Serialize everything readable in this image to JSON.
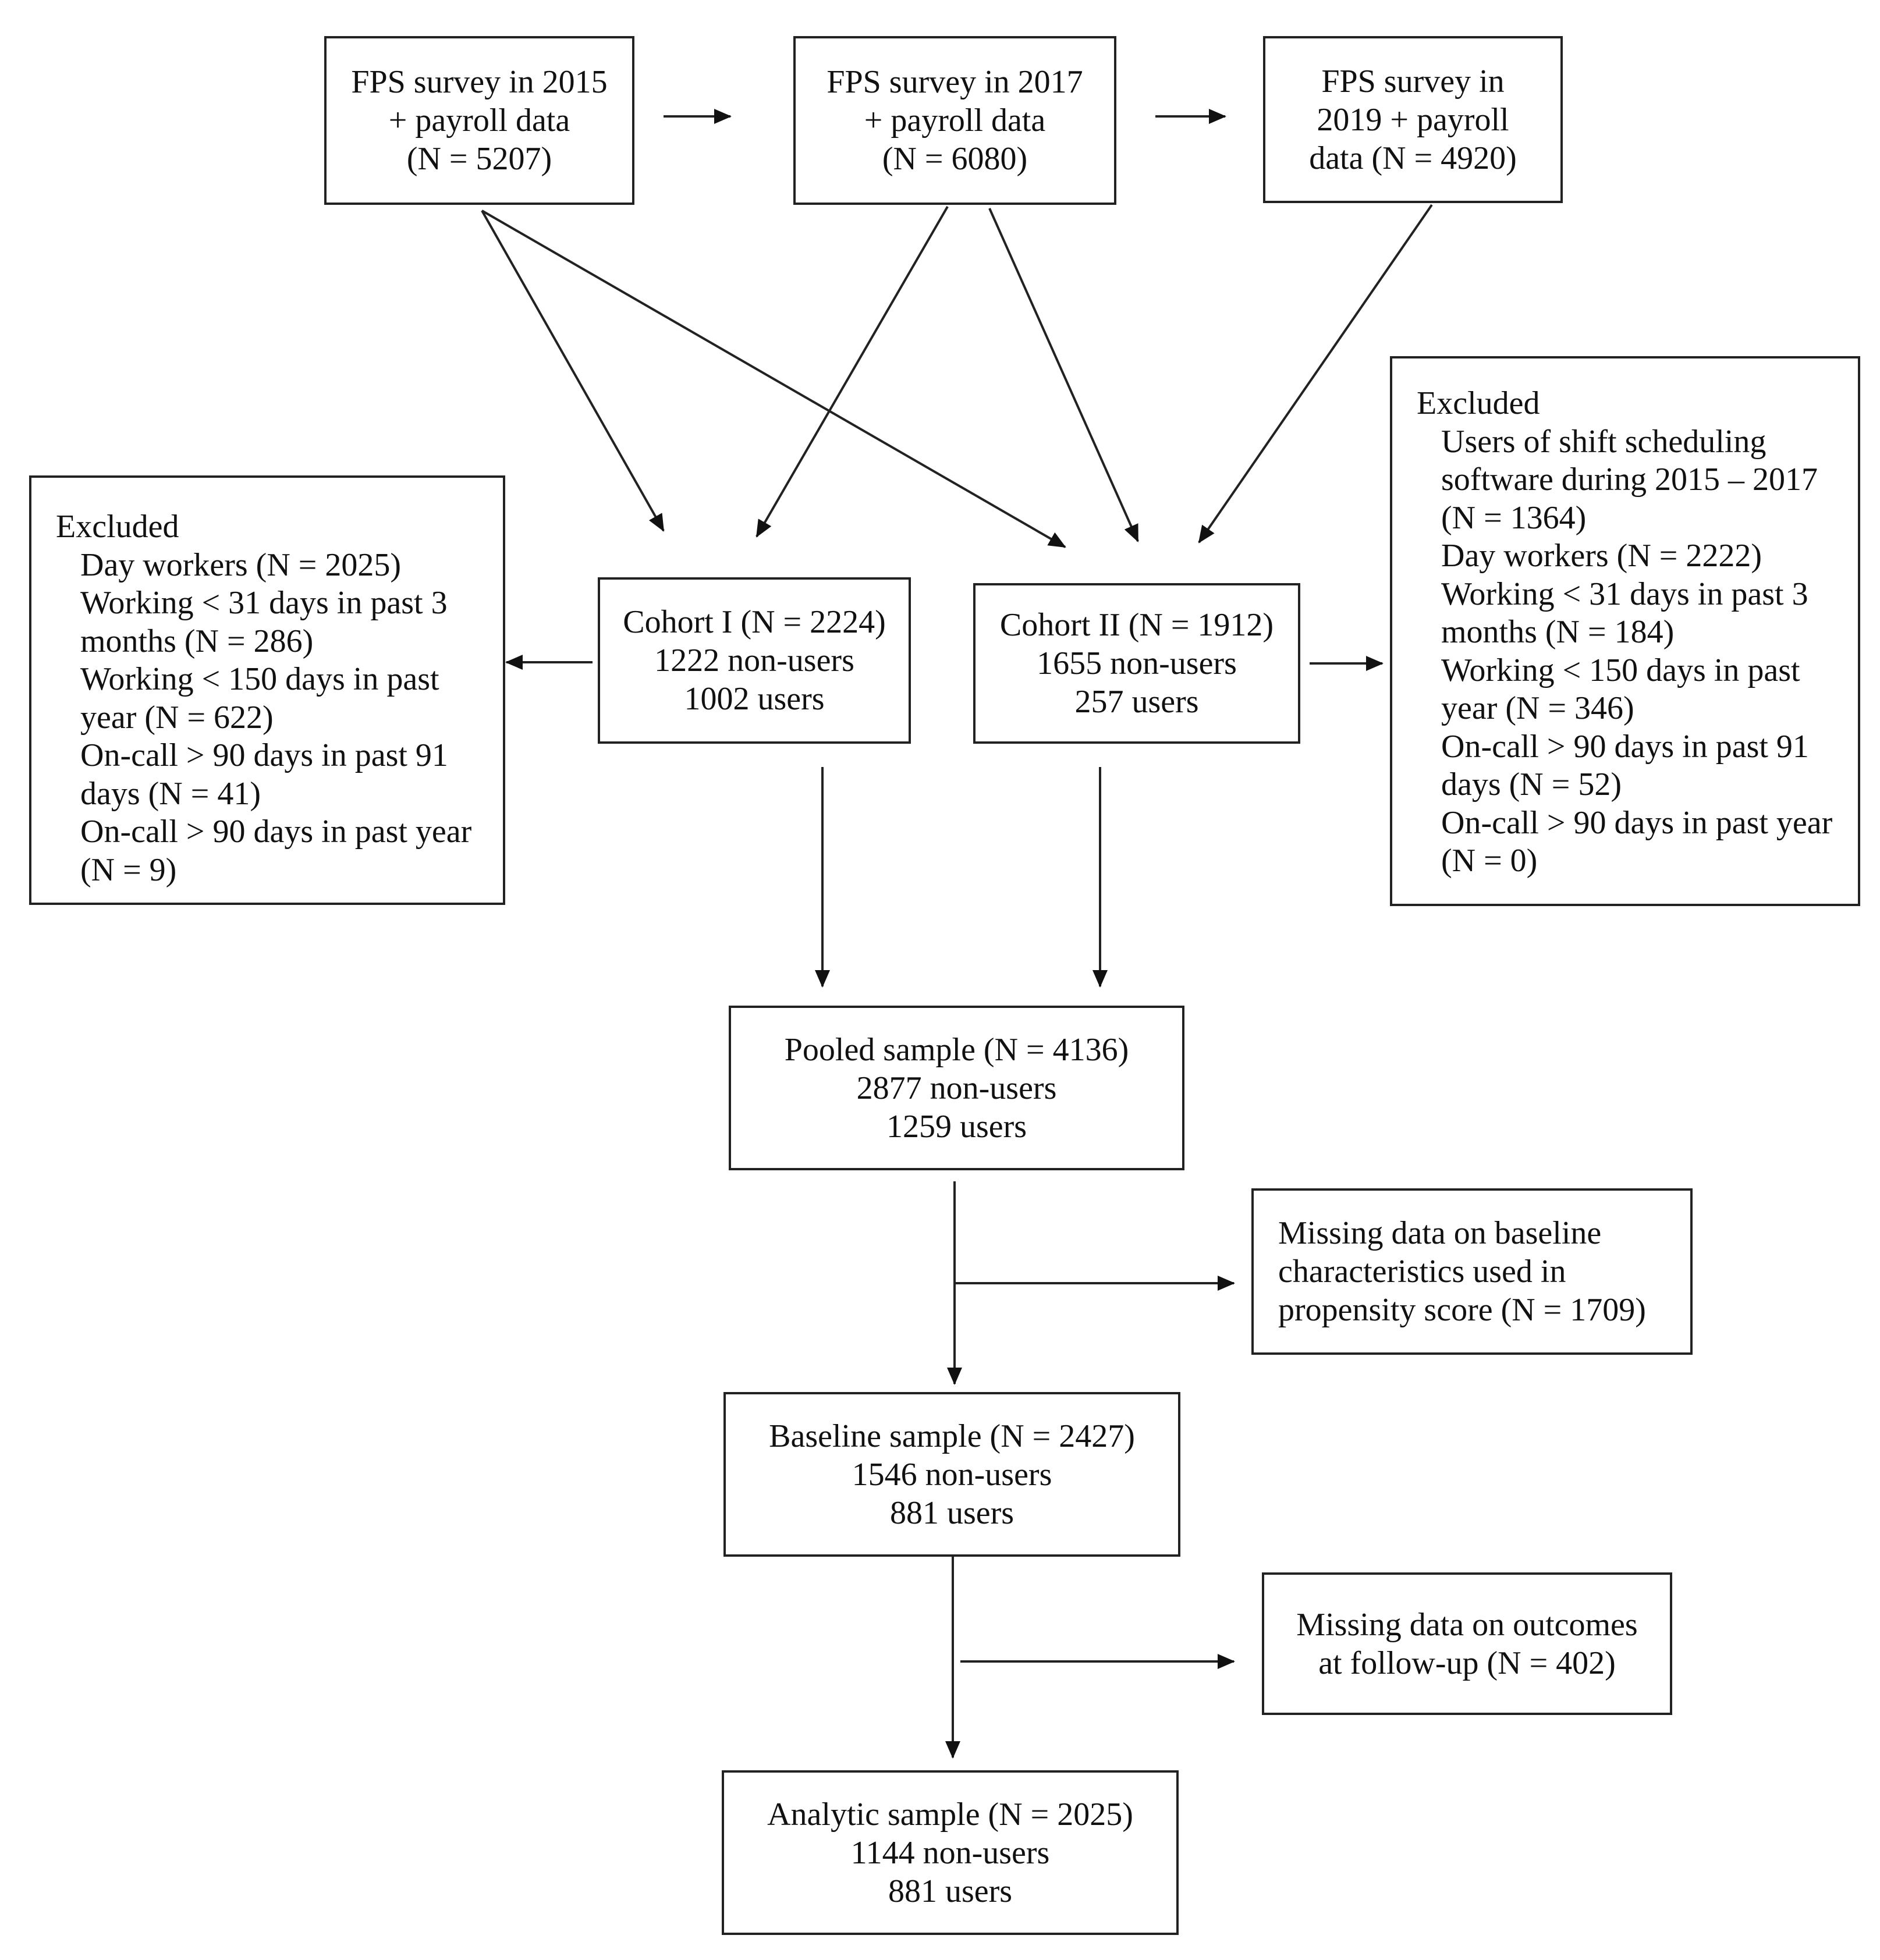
{
  "sources": [
    {
      "id": "fps2015",
      "lines": [
        "FPS survey in 2015",
        "+ payroll data",
        "(N = 5207)"
      ]
    },
    {
      "id": "fps2017",
      "lines": [
        "FPS survey in 2017",
        "+ payroll data",
        "(N = 6080)"
      ]
    },
    {
      "id": "fps2019",
      "lines": [
        "FPS survey in",
        "2019 + payroll",
        "data (N = 4920)"
      ]
    }
  ],
  "cohort1": {
    "lines": [
      "Cohort I (N = 2224)",
      "1222 non-users",
      "1002 users"
    ]
  },
  "cohort2": {
    "lines": [
      "Cohort II (N = 1912)",
      "1655 non-users",
      "257 users"
    ]
  },
  "excluded_left": {
    "heading": "Excluded",
    "items": [
      "Day workers (N = 2025)",
      "Working < 31 days in past 3",
      "months (N = 286)",
      "Working < 150 days in past",
      "year (N = 622)",
      "On-call > 90 days in past 91",
      "days (N = 41)",
      "On-call > 90 days in past year",
      "(N = 9)"
    ]
  },
  "excluded_right": {
    "heading": "Excluded",
    "items": [
      "Users of shift scheduling",
      "software during 2015 – 2017",
      "(N = 1364)",
      "Day workers (N = 2222)",
      "Working < 31 days in past 3",
      "months (N = 184)",
      "Working < 150 days in past",
      "year (N = 346)",
      "On-call > 90 days in past 91",
      "days (N = 52)",
      "On-call > 90 days in past year",
      "(N = 0)"
    ]
  },
  "pooled": {
    "lines": [
      "Pooled sample (N = 4136)",
      "2877 non-users",
      "1259 users"
    ]
  },
  "missing_baseline": {
    "lines": [
      "Missing data on baseline",
      "characteristics used in",
      "propensity score (N = 1709)"
    ]
  },
  "baseline": {
    "lines": [
      "Baseline sample (N = 2427)",
      "1546 non-users",
      "881 users"
    ]
  },
  "missing_outcomes": {
    "lines": [
      "Missing data on outcomes",
      "at follow-up (N = 402)"
    ]
  },
  "analytic": {
    "lines": [
      "Analytic sample (N = 2025)",
      "1144 non-users",
      "881 users"
    ]
  }
}
